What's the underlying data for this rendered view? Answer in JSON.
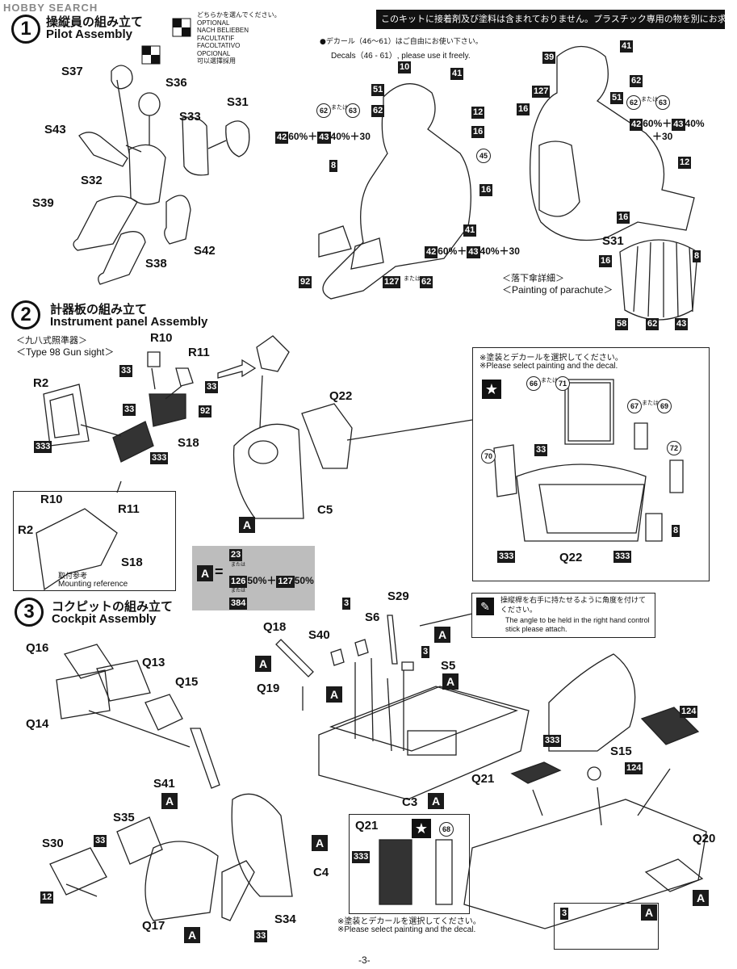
{
  "watermark": "HOBBY SEARCH",
  "notice": "このキットに接着剤及び塗料は含まれておりません。プラスチック専用の物を別にお求め下さい。",
  "page_number": "-3-",
  "choose_icon_text": [
    "どちらかを選んでください。",
    "OPTIONAL",
    "NACH BELIEBEN",
    "FACULTATIF",
    "FACOLTATIVO",
    "OPCIONAL",
    "可以選擇採用"
  ],
  "or_jp": "または",
  "or_en": "or",
  "step1": {
    "number": "1",
    "title_jp": "操縦員の組み立て",
    "title_en": "Pilot Assembly",
    "parts": [
      "S37",
      "S36",
      "S31",
      "S43",
      "S33",
      "S32",
      "S39",
      "S42",
      "S38"
    ],
    "decal_note_jp": "●デカール（46～61）はご自由にお使い下さい。",
    "decal_note_en": "Decals（46 - 61）, please use it freely.",
    "front_colors": [
      "10",
      "41",
      "51",
      "62",
      "63",
      "12",
      "16",
      "45",
      "8",
      "16",
      "41",
      "92",
      "127",
      "62"
    ],
    "mix_front_top": [
      "42",
      "60%＋",
      "43",
      "40%＋30"
    ],
    "mix_front_bottom": [
      "42",
      "60%＋",
      "43",
      "40%＋30"
    ],
    "back_colors": [
      "41",
      "39",
      "62",
      "127",
      "51",
      "63",
      "16",
      "12",
      "16"
    ],
    "mix_back": [
      "42",
      "60%＋",
      "43",
      "40%",
      "＋30"
    ],
    "parachute_part": "S31",
    "parachute_colors": [
      "16",
      "8",
      "58",
      "62",
      "43"
    ],
    "parachute_jp": "＜落下傘詳細＞",
    "parachute_en": "＜Painting of parachute＞"
  },
  "step2": {
    "number": "2",
    "title_jp": "計器板の組み立て",
    "title_en": "Instrument panel Assembly",
    "gunsight_jp": "＜九八式照準器＞",
    "gunsight_en": "＜Type 98 Gun sight＞",
    "parts": [
      "R10",
      "R11",
      "R2",
      "S18",
      "Q22",
      "C5"
    ],
    "colors": [
      "33",
      "33",
      "33",
      "92",
      "333",
      "333"
    ],
    "mounting_jp": "取付参考",
    "mounting_en": "Mounting reference",
    "inset_parts": [
      "R10",
      "R11",
      "R2",
      "S18"
    ],
    "color_a": [
      "23",
      "または",
      "or",
      "126",
      "50%＋",
      "127",
      "50%",
      "または",
      "or",
      "384"
    ],
    "panel_note_jp": "※塗装とデカールを選択してください。",
    "panel_note_en": "※Please select painting and the decal.",
    "panel_decals": [
      "66",
      "71",
      "67",
      "69",
      "70",
      "72"
    ],
    "panel_colors": [
      "33",
      "8",
      "333",
      "333"
    ],
    "panel_part": "Q22"
  },
  "step3": {
    "number": "3",
    "title_jp": "コクピットの組み立て",
    "title_en": "Cockpit Assembly",
    "parts": [
      "Q16",
      "Q13",
      "Q15",
      "Q14",
      "S41",
      "S35",
      "S30",
      "Q17",
      "C4",
      "S34",
      "Q18",
      "S40",
      "S6",
      "S29",
      "S5",
      "Q19",
      "C3",
      "Q21",
      "S15",
      "Q20"
    ],
    "colors": [
      "33",
      "12",
      "33",
      "3",
      "3",
      "333",
      "124",
      "124",
      "333"
    ],
    "tip_jp": "操縦桿を右手に持たせるように角度を付けてください。",
    "tip_en": "The angle to be held in the right hand control stick please attach.",
    "q21_decal": "68",
    "q21_note_jp": "※塗装とデカールを選択してください。",
    "q21_note_en": "※Please select painting and the decal."
  }
}
